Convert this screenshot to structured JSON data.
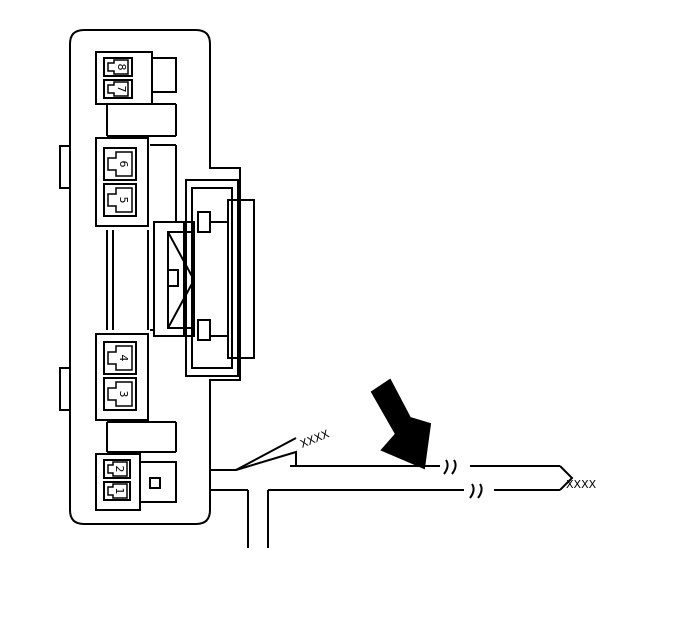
{
  "terminals": [
    {
      "id": "8",
      "label": "8"
    },
    {
      "id": "7",
      "label": "7"
    },
    {
      "id": "6",
      "label": "6"
    },
    {
      "id": "5",
      "label": "5"
    },
    {
      "id": "4",
      "label": "4"
    },
    {
      "id": "3",
      "label": "3"
    },
    {
      "id": "2",
      "label": "2"
    },
    {
      "id": "1",
      "label": "1"
    }
  ],
  "wire_break_marks": [
    "XXXX",
    "XXXX"
  ],
  "colors": {
    "line": "#000000",
    "background": "#ffffff"
  }
}
